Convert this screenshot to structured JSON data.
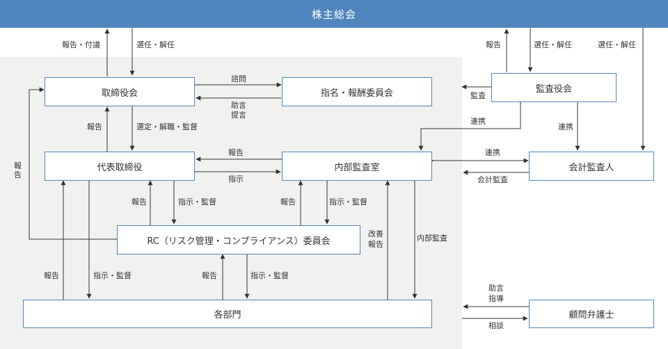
{
  "header": {
    "title": "株主総会"
  },
  "boxes": {
    "board": "取締役会",
    "nomination": "指名・報酬委員会",
    "audit_board": "監査役会",
    "president": "代表取締役",
    "internal_audit": "内部監査室",
    "accounting_auditor": "会計監査人",
    "rc_committee": "RC（リスク管理・コンプライアンス）委員会",
    "departments": "各部門",
    "legal_advisor": "顧問弁護士"
  },
  "labels": {
    "report_proposal": "報告・付議",
    "appoint_dismiss_1": "選任・解任",
    "report_1": "報告",
    "appoint_dismiss_2": "選任・解任",
    "appoint_dismiss_3": "選任・解任",
    "consult": "諮問",
    "advice_line1": "助言",
    "advice_line2": "提言",
    "audit": "監査",
    "report_2": "報告",
    "select_dismiss_supervise": "選定・解職・監督",
    "cooperation_1": "連携",
    "cooperation_2": "連携",
    "cooperation_3": "連携",
    "report_side": "報告",
    "report_3": "報告",
    "instruct_1": "指示",
    "accounting_audit": "会計監査",
    "report_4": "報告",
    "instruct_supervise_1": "指示・監督",
    "report_5": "報告",
    "instruct_supervise_2": "指示・監督",
    "improve_line1": "改善",
    "improve_line2": "報告",
    "internal_audit_lbl": "内部監査",
    "report_6": "報告",
    "instruct_supervise_3": "指示・監督",
    "report_7": "報告",
    "instruct_supervise_4": "指示・監督",
    "advice_guide_line1": "助言",
    "advice_guide_line2": "指導",
    "consultation": "相談"
  },
  "colors": {
    "header_bg": "#4f86bd",
    "box_border": "#4f86bd",
    "company_area": "#f1f1ef",
    "line": "#333333"
  }
}
